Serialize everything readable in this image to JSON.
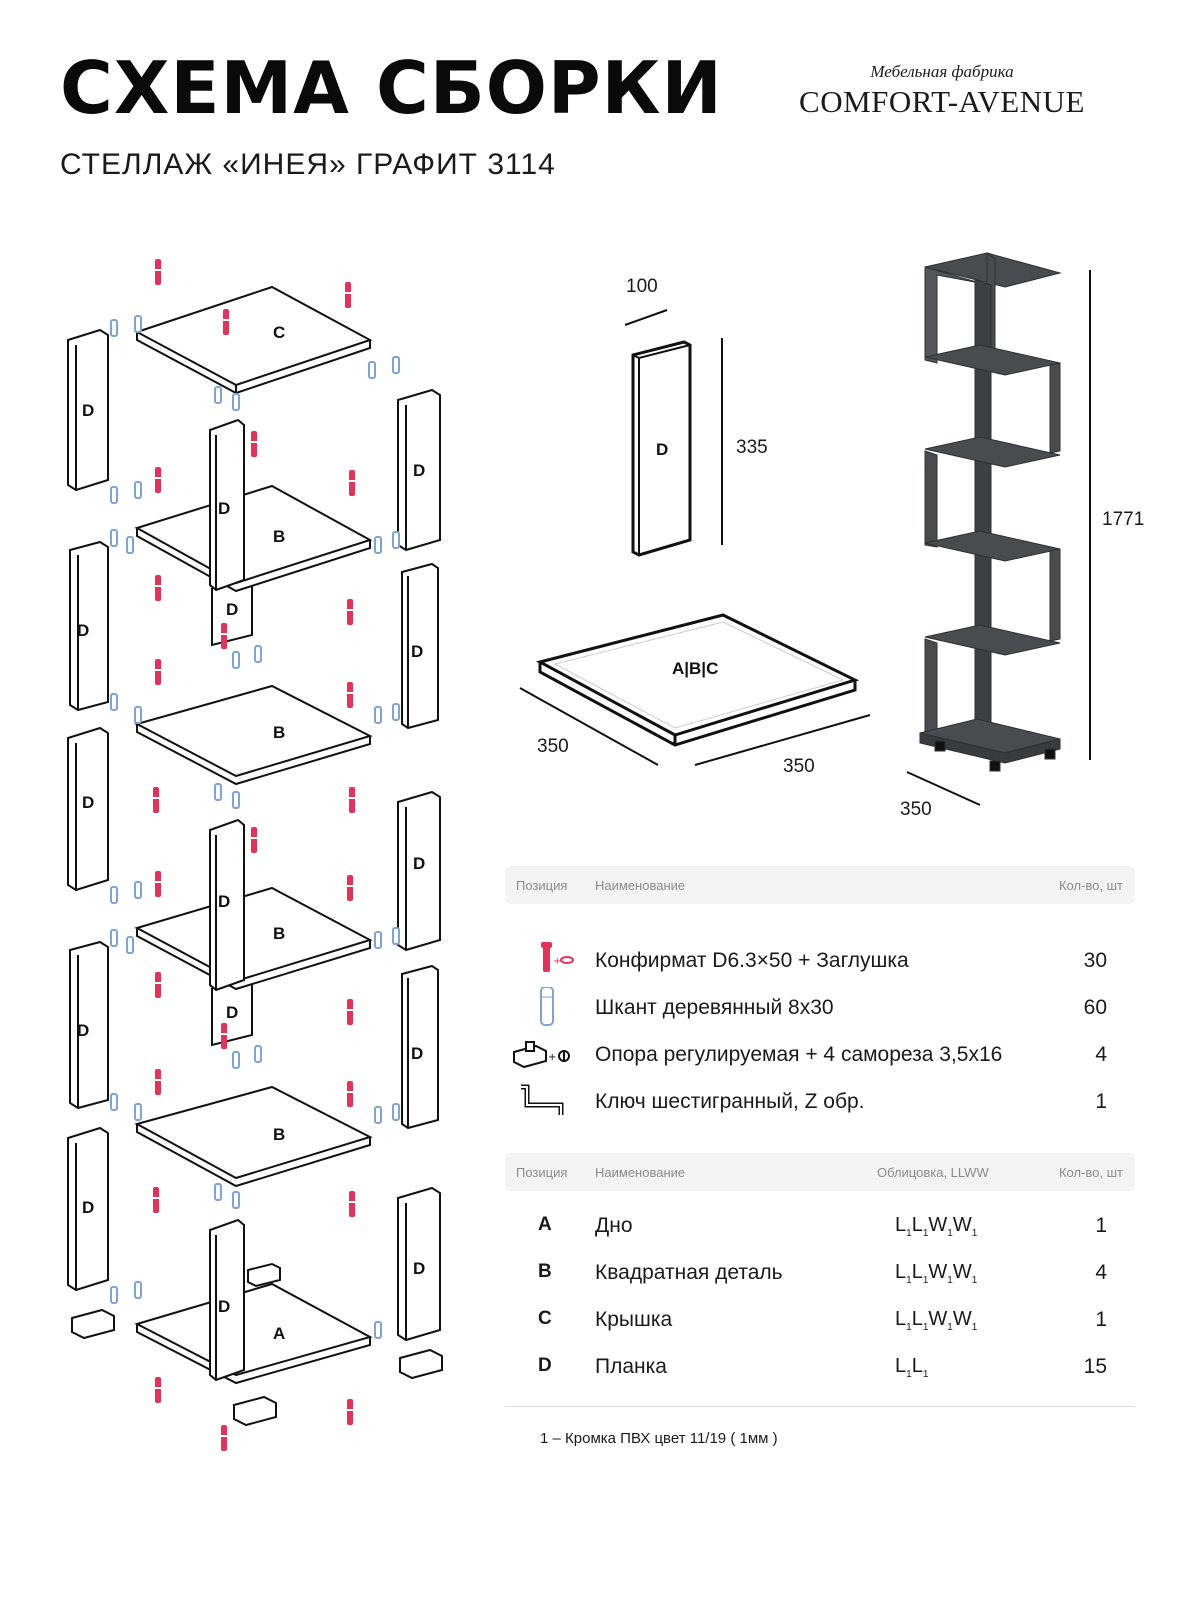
{
  "header": {
    "title": "СХЕМА СБОРКИ",
    "subtitle": "СТЕЛЛАЖ «ИНЕЯ»  ГРАФИТ 3114",
    "brand_tagline": "Мебельная фабрика",
    "brand_name": "COMFORT-AVENUE"
  },
  "assembly": {
    "labels": {
      "top_panel": "C",
      "shelf": "B",
      "bottom_panel": "A",
      "plank": "D"
    }
  },
  "dimensions": {
    "plank_label": "D",
    "plank_thickness": "100",
    "plank_height": "335",
    "panel_label": "A|B|C",
    "panel_depth": "350",
    "panel_width": "350",
    "total_height": "1771",
    "total_depth": "350"
  },
  "hardware_table": {
    "headers": {
      "position": "Позиция",
      "name": "Наименование",
      "qty": "Кол-во, шт"
    },
    "rows": [
      {
        "icon": "confirmat-screw-icon",
        "name": "Конфирмат D6.3×50 + Заглушка",
        "qty": "30"
      },
      {
        "icon": "wooden-dowel-icon",
        "name": "Шкант деревянный 8x30",
        "qty": "60"
      },
      {
        "icon": "adjustable-foot-icon",
        "name": "Опора регулируемая + 4 самореза 3,5х16",
        "qty": "4"
      },
      {
        "icon": "hex-key-icon",
        "name": "Ключ шестигранный, Z обр.",
        "qty": "1"
      }
    ]
  },
  "parts_table": {
    "headers": {
      "position": "Позиция",
      "name": "Наименование",
      "edging": "Облицовка, LLWW",
      "qty": "Кол-во, шт"
    },
    "rows": [
      {
        "pos": "A",
        "name": "Дно",
        "edging": "L1L1W1W1",
        "qty": "1"
      },
      {
        "pos": "B",
        "name": "Квадратная деталь",
        "edging": "L1L1W1W1",
        "qty": "4"
      },
      {
        "pos": "C",
        "name": "Крышка",
        "edging": "L1L1W1W1",
        "qty": "1"
      },
      {
        "pos": "D",
        "name": "Планка",
        "edging": "L1L1",
        "qty": "15"
      }
    ]
  },
  "footnote": "1 – Кромка ПВХ цвет 11/19 ( 1мм )",
  "colors": {
    "confirmat": "#e8315a",
    "dowel": "#7da3d9",
    "graphite": "#4a4b4f",
    "header_bg": "#f3f3f3"
  }
}
